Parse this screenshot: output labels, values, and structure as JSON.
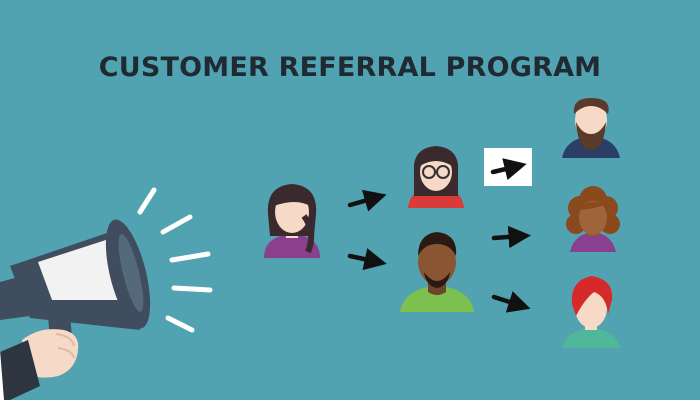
{
  "title": "CUSTOMER REFERRAL PROGRAM",
  "colors": {
    "background": "#52a3b1",
    "title": "#1f2a33",
    "arrow": "#111111",
    "megaphone_dark": "#3f4d5e",
    "megaphone_light": "#f2f2f2",
    "skin_light": "#f7d9c7",
    "skin_dark": "#8a5533"
  },
  "figures": [
    {
      "name": "referrer-woman",
      "shirt": "#8a3f8f",
      "hair": "#3a2a2e"
    },
    {
      "name": "referral-woman-glasses",
      "shirt": "#d93a3a",
      "hair": "#3a2a2e"
    },
    {
      "name": "referral-man-dark",
      "shirt": "#7cc04f",
      "hair": "#2a1a12"
    },
    {
      "name": "referral-man-beard",
      "shirt": "#2b3e66",
      "hair": "#5a3a2a"
    },
    {
      "name": "referral-woman-curly",
      "shirt": "#8a3f8f",
      "hair": "#8a4a1e"
    },
    {
      "name": "referral-woman-redhair",
      "shirt": "#4fb89a",
      "hair": "#d62a2a"
    }
  ]
}
